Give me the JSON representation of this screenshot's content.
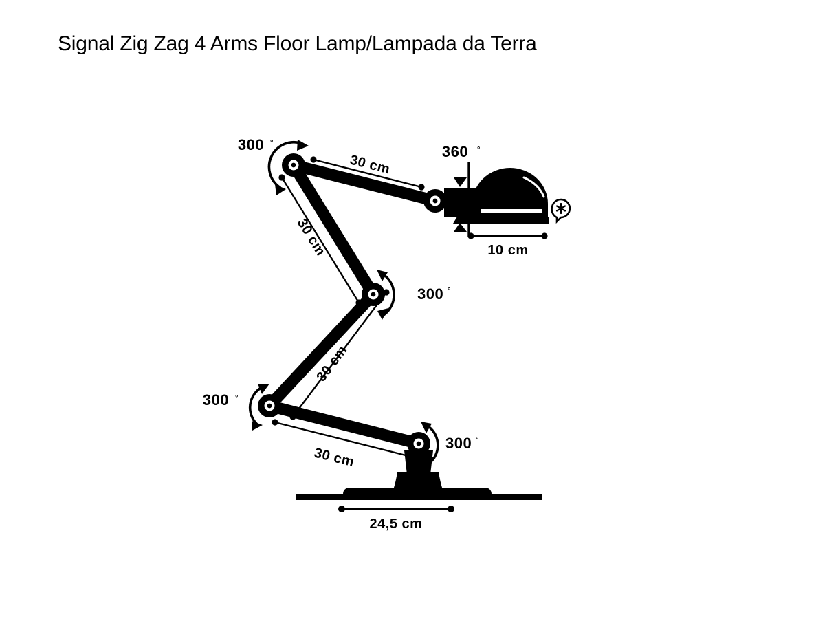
{
  "page": {
    "title": "Signal Zig Zag 4 Arms Floor Lamp/Lampada da Terra",
    "background_color": "#ffffff",
    "ink_color": "#000000"
  },
  "diagram": {
    "type": "technical-dimension-drawing",
    "subject": "articulated zig-zag floor lamp with 4 arms",
    "arm_lengths": [
      {
        "id": "arm-top",
        "label": "30 cm"
      },
      {
        "id": "arm-second",
        "label": "30 cm"
      },
      {
        "id": "arm-third",
        "label": "30 cm"
      },
      {
        "id": "arm-bottom",
        "label": "30 cm"
      }
    ],
    "joint_angles": [
      {
        "id": "joint-top",
        "label": "300",
        "degree_symbol": "°"
      },
      {
        "id": "joint-middle",
        "label": "300",
        "degree_symbol": "°"
      },
      {
        "id": "joint-lower-left",
        "label": "300",
        "degree_symbol": "°"
      },
      {
        "id": "joint-base",
        "label": "300",
        "degree_symbol": "°"
      }
    ],
    "head": {
      "rotation_label": "360",
      "rotation_degree_symbol": "°",
      "depth_label": "10 cm",
      "bulb_icon": "asterisk-bulb-icon"
    },
    "base": {
      "width_label": "24,5 cm"
    }
  }
}
